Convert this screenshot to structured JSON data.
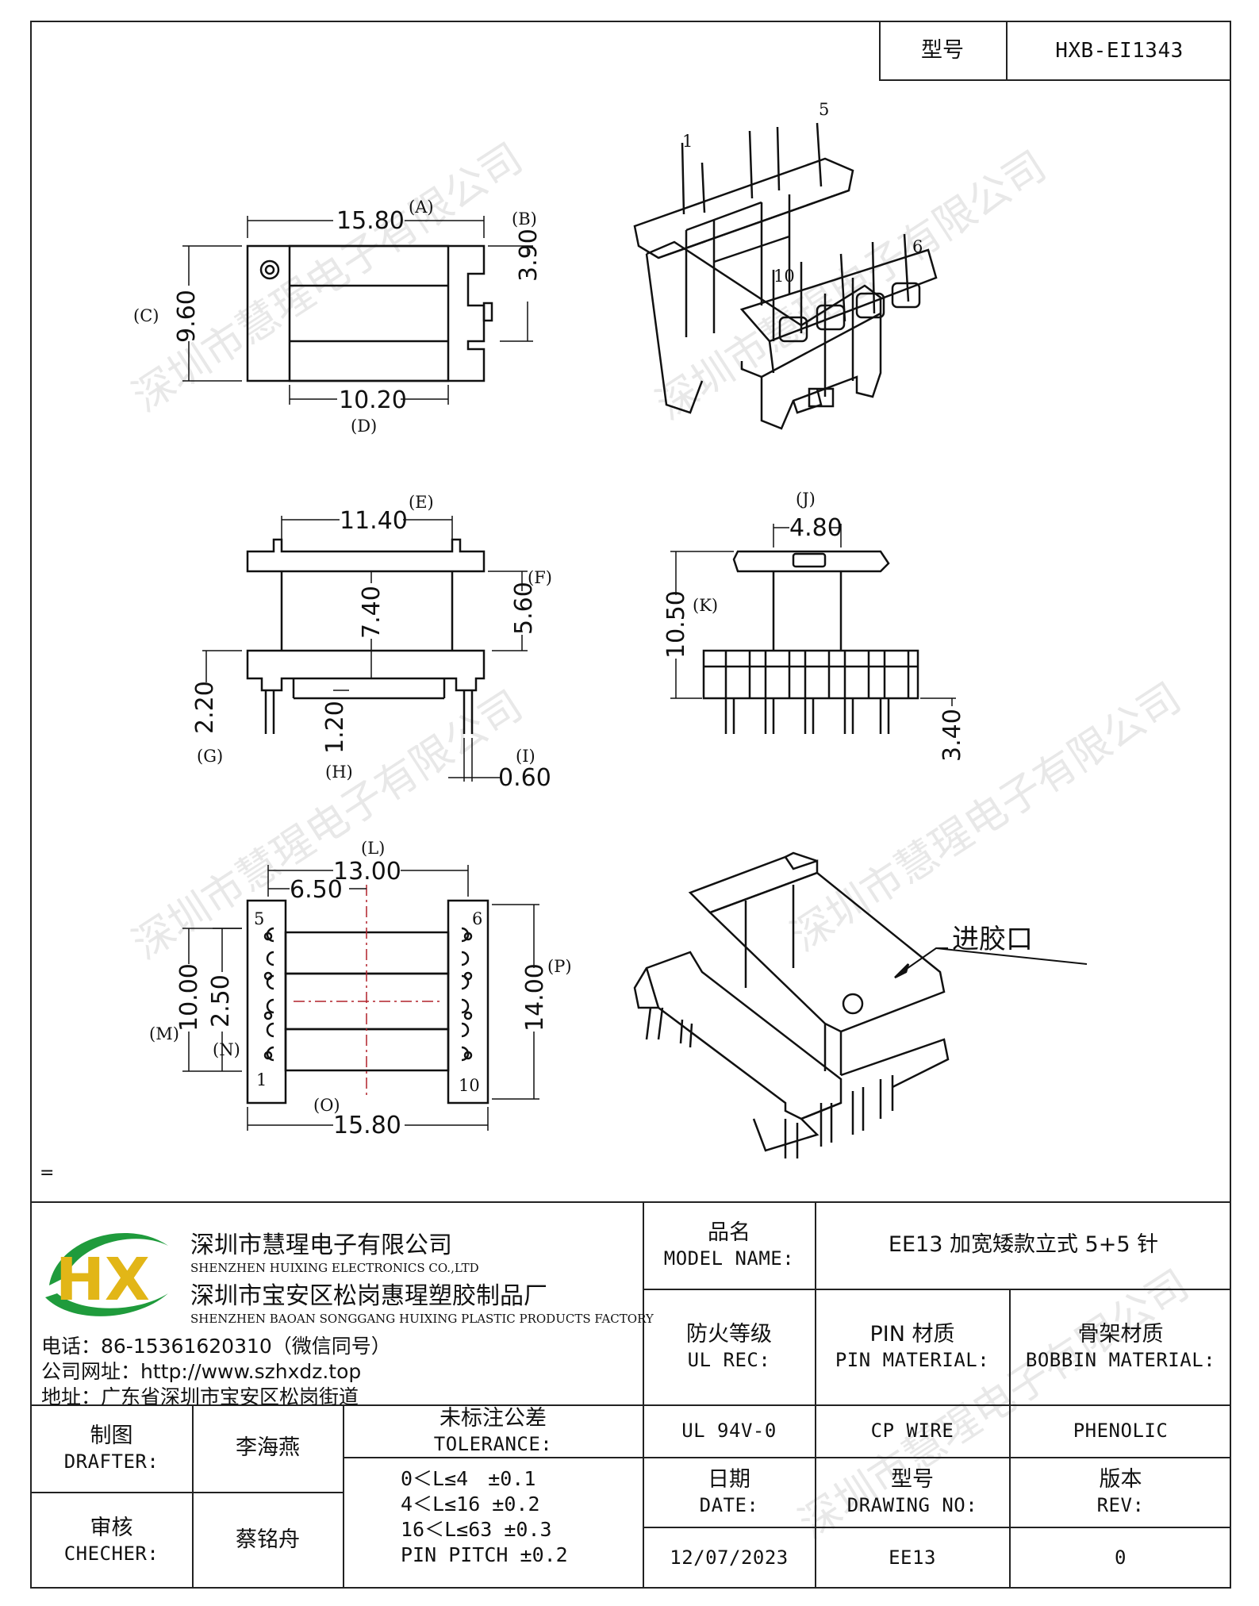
{
  "header": {
    "model_label": "型号",
    "model_value": "HXB-EI1343"
  },
  "drawing": {
    "top_view": {
      "A": "(A)",
      "A_val": "15.80",
      "B": "(B)",
      "B_val": "3.90",
      "C": "(C)",
      "C_val": "9.60",
      "D": "(D)",
      "D_val": "10.20"
    },
    "front_view": {
      "E": "(E)",
      "E_val": "11.40",
      "F": "(F)",
      "F_val": "5.60",
      "mid_val": "7.40",
      "G": "(G)",
      "G_val": "2.20",
      "H": "(H)",
      "H_val": "1.20",
      "I": "(I)",
      "I_val": "0.60"
    },
    "side_view": {
      "J": "(J)",
      "J_val": "4.80",
      "K": "(K)",
      "K_val": "10.50",
      "pin_val": "3.40"
    },
    "bottom_view": {
      "L": "(L)",
      "L_val": "13.00",
      "half_val": "6.50",
      "M": "(M)",
      "M_val": "10.00",
      "N": "(N)",
      "N_val": "2.50",
      "O": "(O)",
      "O_val": "15.80",
      "P": "(P)",
      "P_val": "14.00",
      "pin_labels": [
        "5",
        "1",
        "6",
        "10"
      ]
    },
    "iso_pins": [
      "1",
      "5",
      "6",
      "10"
    ],
    "gate_label": "进胶口",
    "edge_mark": "="
  },
  "watermark": "深圳市慧瑆电子有限公司",
  "company": {
    "logo_text": "HX",
    "name_cn": "深圳市慧瑆电子有限公司",
    "name_en": "SHENZHEN HUIXING ELECTRONICS CO.,LTD",
    "factory_cn": "深圳市宝安区松岗惠瑆塑胶制品厂",
    "factory_en": "SHENZHEN BAOAN SONGGANG HUIXING PLASTIC PRODUCTS FACTORY",
    "phone": "电话：86-15361620310（微信同号）",
    "website": "公司网址：http://www.szhxdz.top",
    "address": "地址：广东省深圳市宝安区松岗街道"
  },
  "title_block": {
    "model_name_cn": "品名",
    "model_name_en": "MODEL NAME:",
    "model_name_value": "EE13 加宽矮款立式 5+5 针",
    "ul_cn": "防火等级",
    "ul_en": "UL REC:",
    "pin_cn": "PIN 材质",
    "pin_en": "PIN MATERIAL:",
    "bobbin_cn": "骨架材质",
    "bobbin_en": "BOBBIN MATERIAL:",
    "ul_value": "UL 94V-0",
    "pin_value": "CP WIRE",
    "bobbin_value": "PHENOLIC",
    "drafter_cn": "制图",
    "drafter_en": "DRAFTER:",
    "drafter_name": "李海燕",
    "checker_cn": "审核",
    "checker_en": "CHECHER:",
    "checker_name": "蔡铭舟",
    "tolerance_cn": "未标注公差",
    "tolerance_en": "TOLERANCE:",
    "tolerance_rows": [
      "0＜L≤4　±0.1",
      "4＜L≤16 ±0.2",
      "16＜L≤63 ±0.3",
      "PIN PITCH ±0.2"
    ],
    "date_cn": "日期",
    "date_en": "DATE:",
    "drawing_no_cn": "型号",
    "drawing_no_en": "DRAWING NO:",
    "rev_cn": "版本",
    "rev_en": "REV:",
    "date_value": "12/07/2023",
    "drawing_no_value": "EE13",
    "rev_value": "0"
  }
}
